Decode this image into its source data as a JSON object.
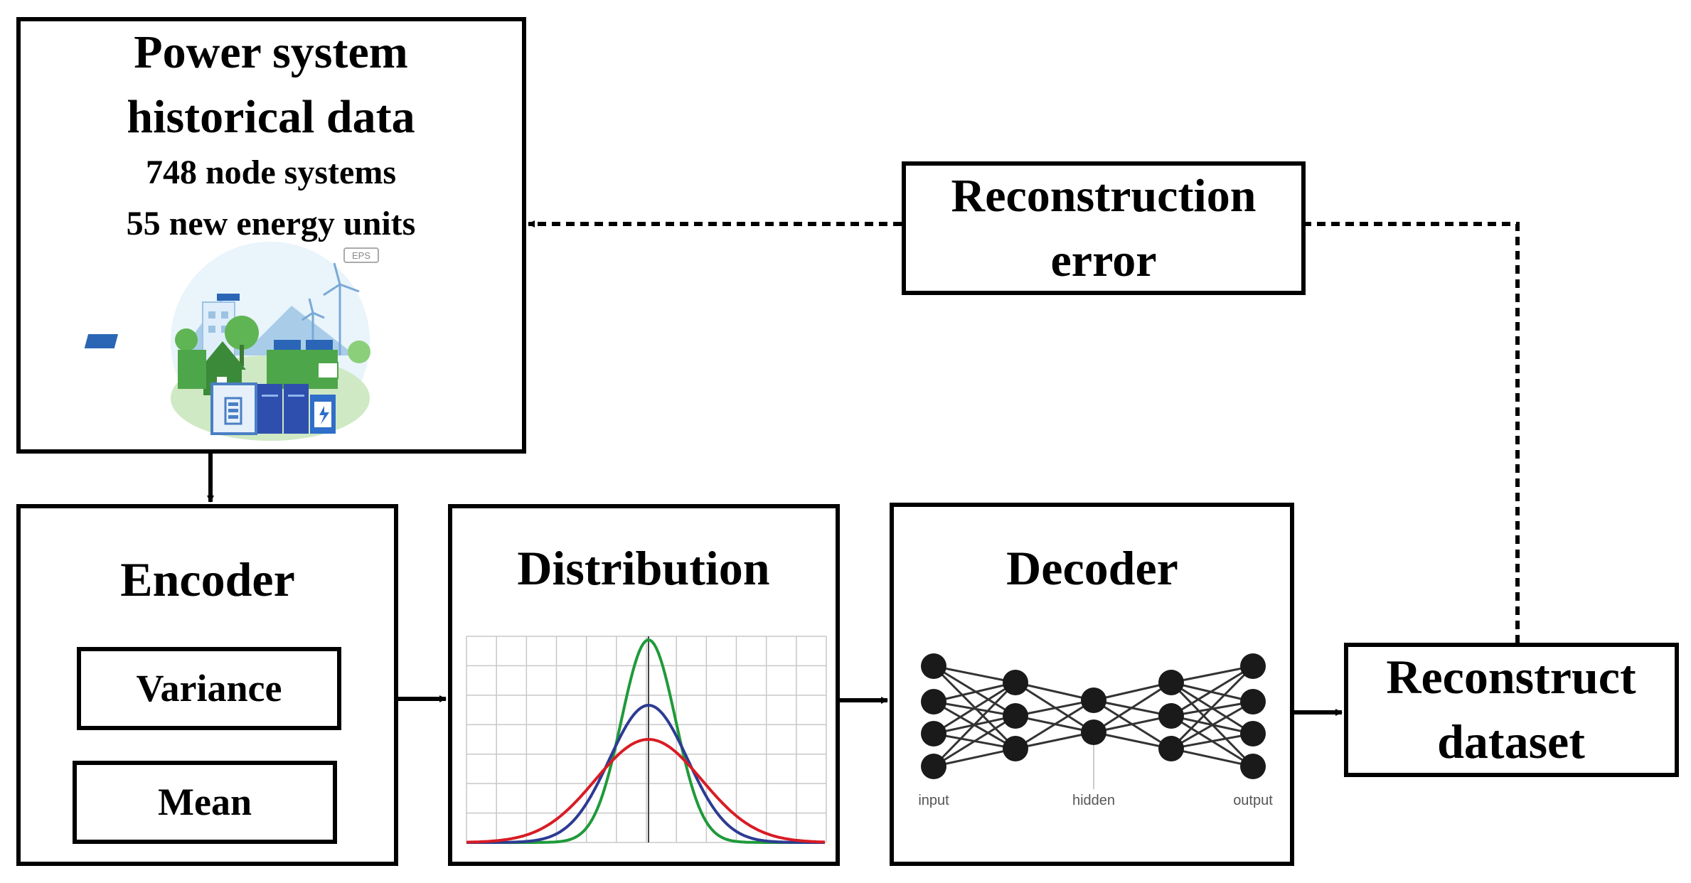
{
  "source_box": {
    "title_line1": "Power system",
    "title_line2": "historical data",
    "detail_line1": "748 node systems",
    "detail_line2": "55 new energy units",
    "eps_badge": "EPS"
  },
  "encoder": {
    "title": "Encoder",
    "variance_label": "Variance",
    "mean_label": "Mean"
  },
  "distribution": {
    "title": "Distribution",
    "curve_colors": [
      "#1f9a3a",
      "#2d3b93",
      "#d81c24"
    ]
  },
  "decoder": {
    "title": "Decoder",
    "layer_labels": [
      "input",
      "hidden",
      "output"
    ]
  },
  "reconstruct": {
    "line1": "Reconstruct",
    "line2": "dataset"
  },
  "reconstruction_error": {
    "line1": "Reconstruction",
    "line2": "error"
  }
}
